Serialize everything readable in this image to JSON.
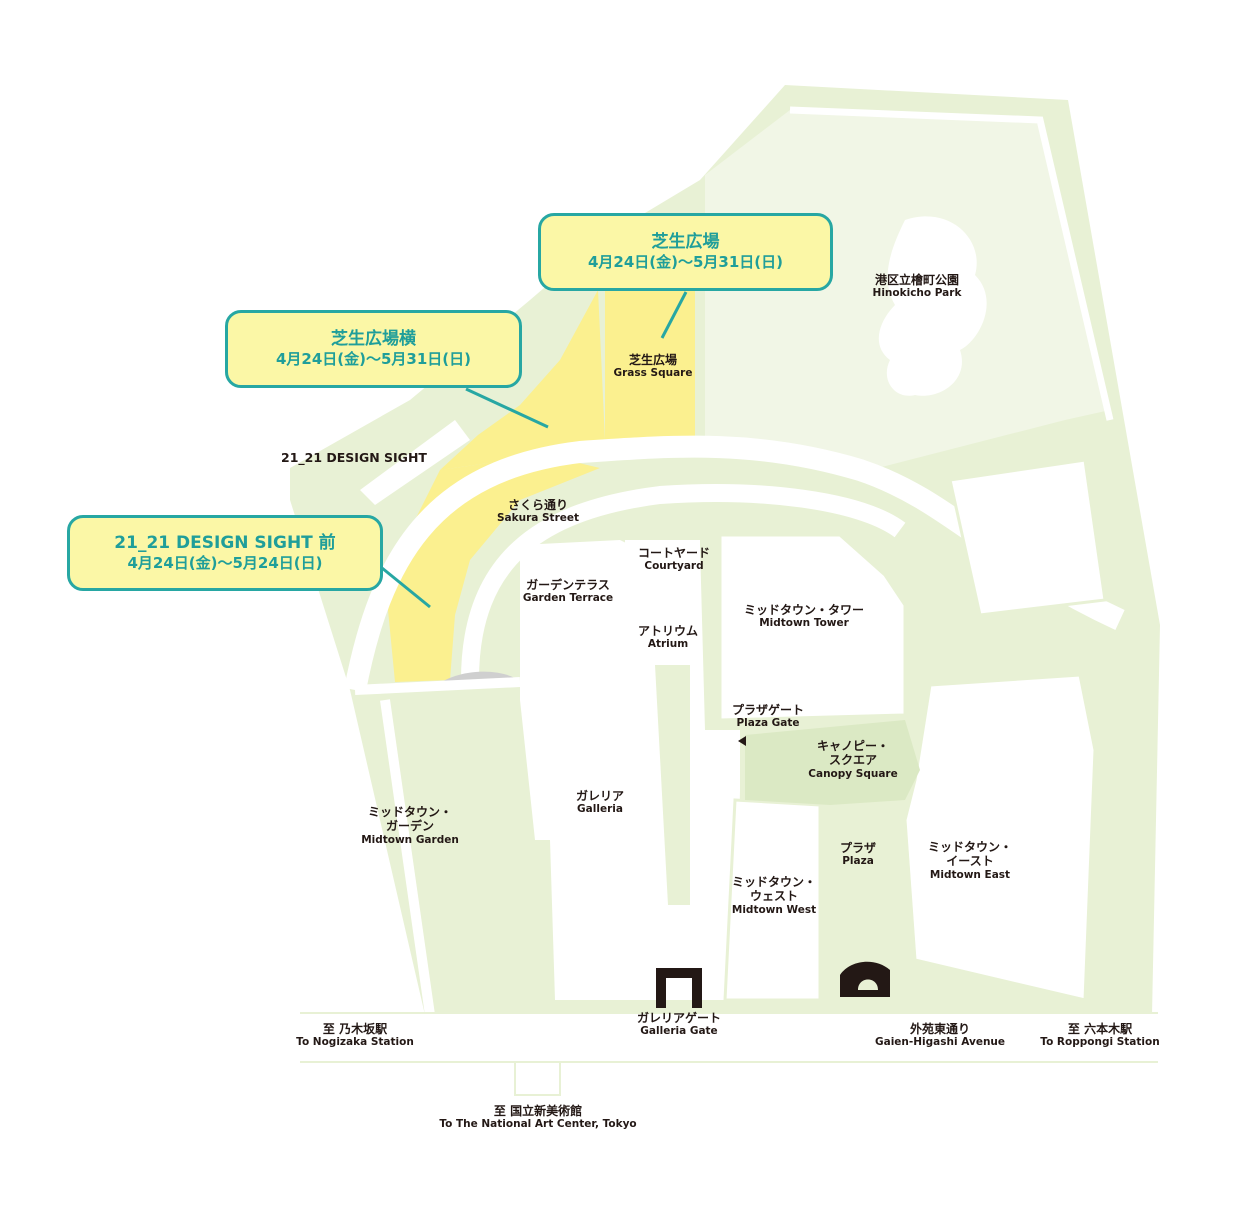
{
  "colors": {
    "park_green": "#e8f1d5",
    "pale_green": "#f1f6e6",
    "event_yellow": "#fbf08f",
    "building_white": "#ffffff",
    "callout_fill": "#fbf7a6",
    "callout_border": "#27a7a3",
    "callout_text": "#1f9e9a",
    "label_text": "#231815"
  },
  "icons": {
    "gate": "galleria-gate-icon",
    "arrow": "plaza-gate-arrow-icon",
    "sculpture": "sculpture-icon"
  },
  "callouts": {
    "grass_square": {
      "title": "芝生広場",
      "dates": "4月24日(金)〜5月31日(日)"
    },
    "beside_grass": {
      "title": "芝生広場横",
      "dates": "4月24日(金)〜5月31日(日)"
    },
    "design_sight_front": {
      "title": "21_21 DESIGN SIGHT 前",
      "dates": "4月24日(金)〜5月24日(日)"
    }
  },
  "places": {
    "hinokicho_park": {
      "jp": "港区立檜町公園",
      "en": "Hinokicho Park"
    },
    "grass_square": {
      "jp": "芝生広場",
      "en": "Grass Square"
    },
    "design_sight": {
      "en": "21_21 DESIGN SIGHT"
    },
    "sakura_street": {
      "jp": "さくら通り",
      "en": "Sakura Street"
    },
    "courtyard": {
      "jp": "コートヤード",
      "en": "Courtyard"
    },
    "garden_terrace": {
      "jp": "ガーデンテラス",
      "en": "Garden Terrace"
    },
    "atrium": {
      "jp": "アトリウム",
      "en": "Atrium"
    },
    "midtown_tower": {
      "jp": "ミッドタウン・タワー",
      "en": "Midtown Tower"
    },
    "plaza_gate": {
      "jp": "プラザゲート",
      "en": "Plaza Gate"
    },
    "canopy_square": {
      "jp1": "キャノピー・",
      "jp2": "スクエア",
      "en": "Canopy Square"
    },
    "galleria": {
      "jp": "ガレリア",
      "en": "Galleria"
    },
    "midtown_garden": {
      "jp1": "ミッドタウン・",
      "jp2": "ガーデン",
      "en": "Midtown Garden"
    },
    "plaza": {
      "jp": "プラザ",
      "en": "Plaza"
    },
    "midtown_east": {
      "jp1": "ミッドタウン・",
      "jp2": "イースト",
      "en": "Midtown East"
    },
    "midtown_west": {
      "jp1": "ミッドタウン・",
      "jp2": "ウェスト",
      "en": "Midtown West"
    },
    "galleria_gate": {
      "jp": "ガレリアゲート",
      "en": "Galleria Gate"
    },
    "nogizaka": {
      "jp": "至 乃木坂駅",
      "en": "To Nogizaka Station"
    },
    "gaien_higashi": {
      "jp": "外苑東通り",
      "en": "Gaien-Higashi Avenue"
    },
    "roppongi": {
      "jp": "至 六本木駅",
      "en": "To Roppongi Station"
    },
    "national_art_center": {
      "jp": "至 国立新美術館",
      "en": "To The National Art Center, Tokyo"
    }
  }
}
